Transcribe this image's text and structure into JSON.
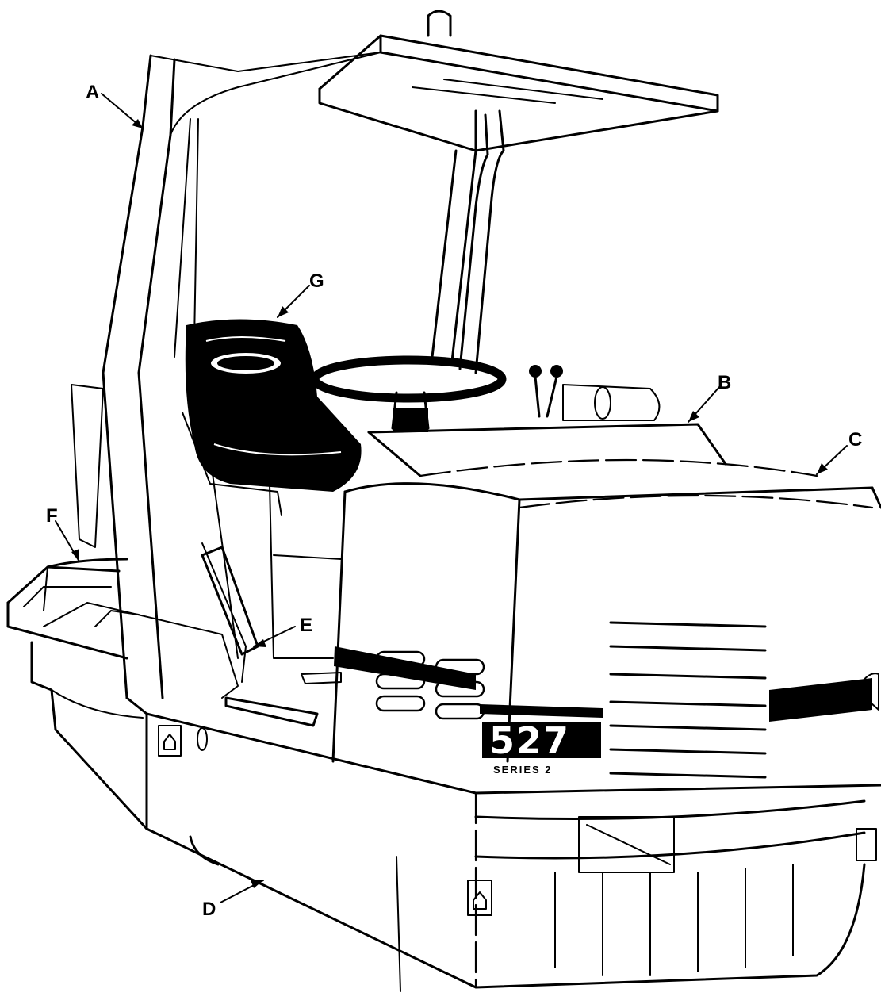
{
  "diagram": {
    "callouts": [
      {
        "id": "A",
        "label": "A"
      },
      {
        "id": "B",
        "label": "B"
      },
      {
        "id": "C",
        "label": "C"
      },
      {
        "id": "D",
        "label": "D"
      },
      {
        "id": "E",
        "label": "E"
      },
      {
        "id": "F",
        "label": "F"
      },
      {
        "id": "G",
        "label": "G"
      }
    ],
    "decals": {
      "model_number": "527",
      "series": "SERIES 2"
    },
    "colors": {
      "line": "#000000",
      "background": "#ffffff"
    }
  }
}
